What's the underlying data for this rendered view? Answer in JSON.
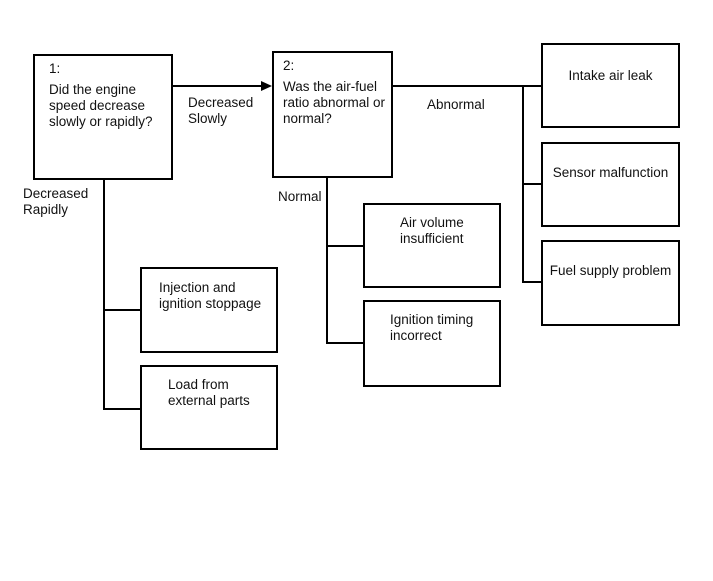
{
  "diagram": {
    "background_color": "#ffffff",
    "line_color": "#000000",
    "text_color": "#111111",
    "nodes": {
      "q1": {
        "number": "1:",
        "lines": [
          "Did the engine",
          "speed decrease",
          "slowly or rapidly?"
        ]
      },
      "q2": {
        "number": "2:",
        "lines": [
          "Was the air-fuel",
          "ratio abnormal or",
          "normal?"
        ]
      },
      "intake": {
        "label": "Intake air leak"
      },
      "sensor": {
        "label": "Sensor malfunction"
      },
      "fuel": {
        "label": "Fuel supply problem"
      },
      "air_volume": {
        "lines": [
          "Air volume",
          "insufficient"
        ]
      },
      "ignition_timing": {
        "lines": [
          "Ignition timing",
          "incorrect"
        ]
      },
      "injection": {
        "lines": [
          "Injection and",
          "ignition stoppage"
        ]
      },
      "load": {
        "lines": [
          "Load from",
          "external parts"
        ]
      }
    },
    "edge_labels": {
      "decreased_slowly": {
        "lines": [
          "Decreased",
          "Slowly"
        ]
      },
      "decreased_rapidly": {
        "lines": [
          "Decreased",
          "Rapidly"
        ]
      },
      "abnormal": "Abnormal",
      "normal": "Normal"
    }
  }
}
